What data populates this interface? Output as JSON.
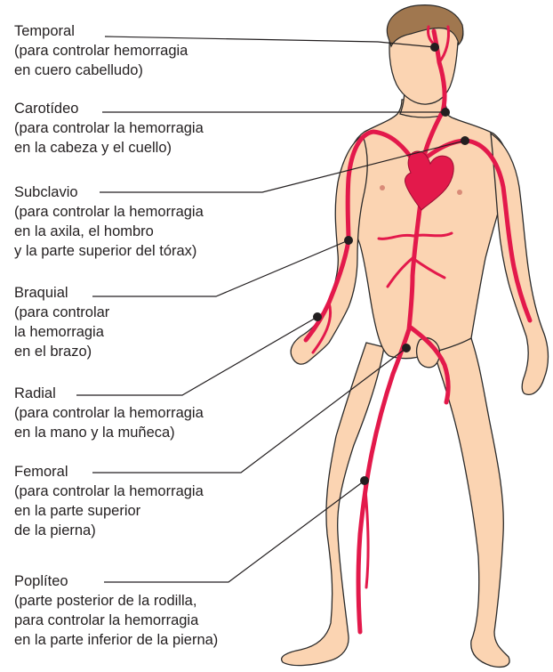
{
  "colors": {
    "skin": "#fbd4b2",
    "skin_outline": "#2a2a2a",
    "hair": "#a0774f",
    "artery": "#e3194b",
    "artery_outline": "#9b0f33",
    "leader": "#231f20",
    "text": "#231f20"
  },
  "pressure_points": [
    {
      "id": "temporal",
      "name": "Temporal",
      "desc": "(para controlar hemorragia\nen cuero cabelludo)"
    },
    {
      "id": "carotideo",
      "name": "Carotídeo",
      "desc": "(para controlar la hemorragia\nen la cabeza y el cuello)"
    },
    {
      "id": "subclavio",
      "name": "Subclavio",
      "desc": "(para controlar la hemorragia\nen la axila, el hombro\ny la parte superior del tórax)"
    },
    {
      "id": "braquial",
      "name": "Braquial",
      "desc": "(para controlar\nla hemorragia\nen el brazo)"
    },
    {
      "id": "radial",
      "name": "Radial",
      "desc": "(para controlar la hemorragia\nen la mano y la muñeca)"
    },
    {
      "id": "femoral",
      "name": "Femoral",
      "desc": "(para controlar la hemorragia\nen la parte superior\nde la pierna)"
    },
    {
      "id": "popliteo",
      "name": "Poplíteo",
      "desc": "(parte posterior de la rodilla,\npara controlar la hemorragia\nen la parte inferior de la pierna)"
    }
  ]
}
